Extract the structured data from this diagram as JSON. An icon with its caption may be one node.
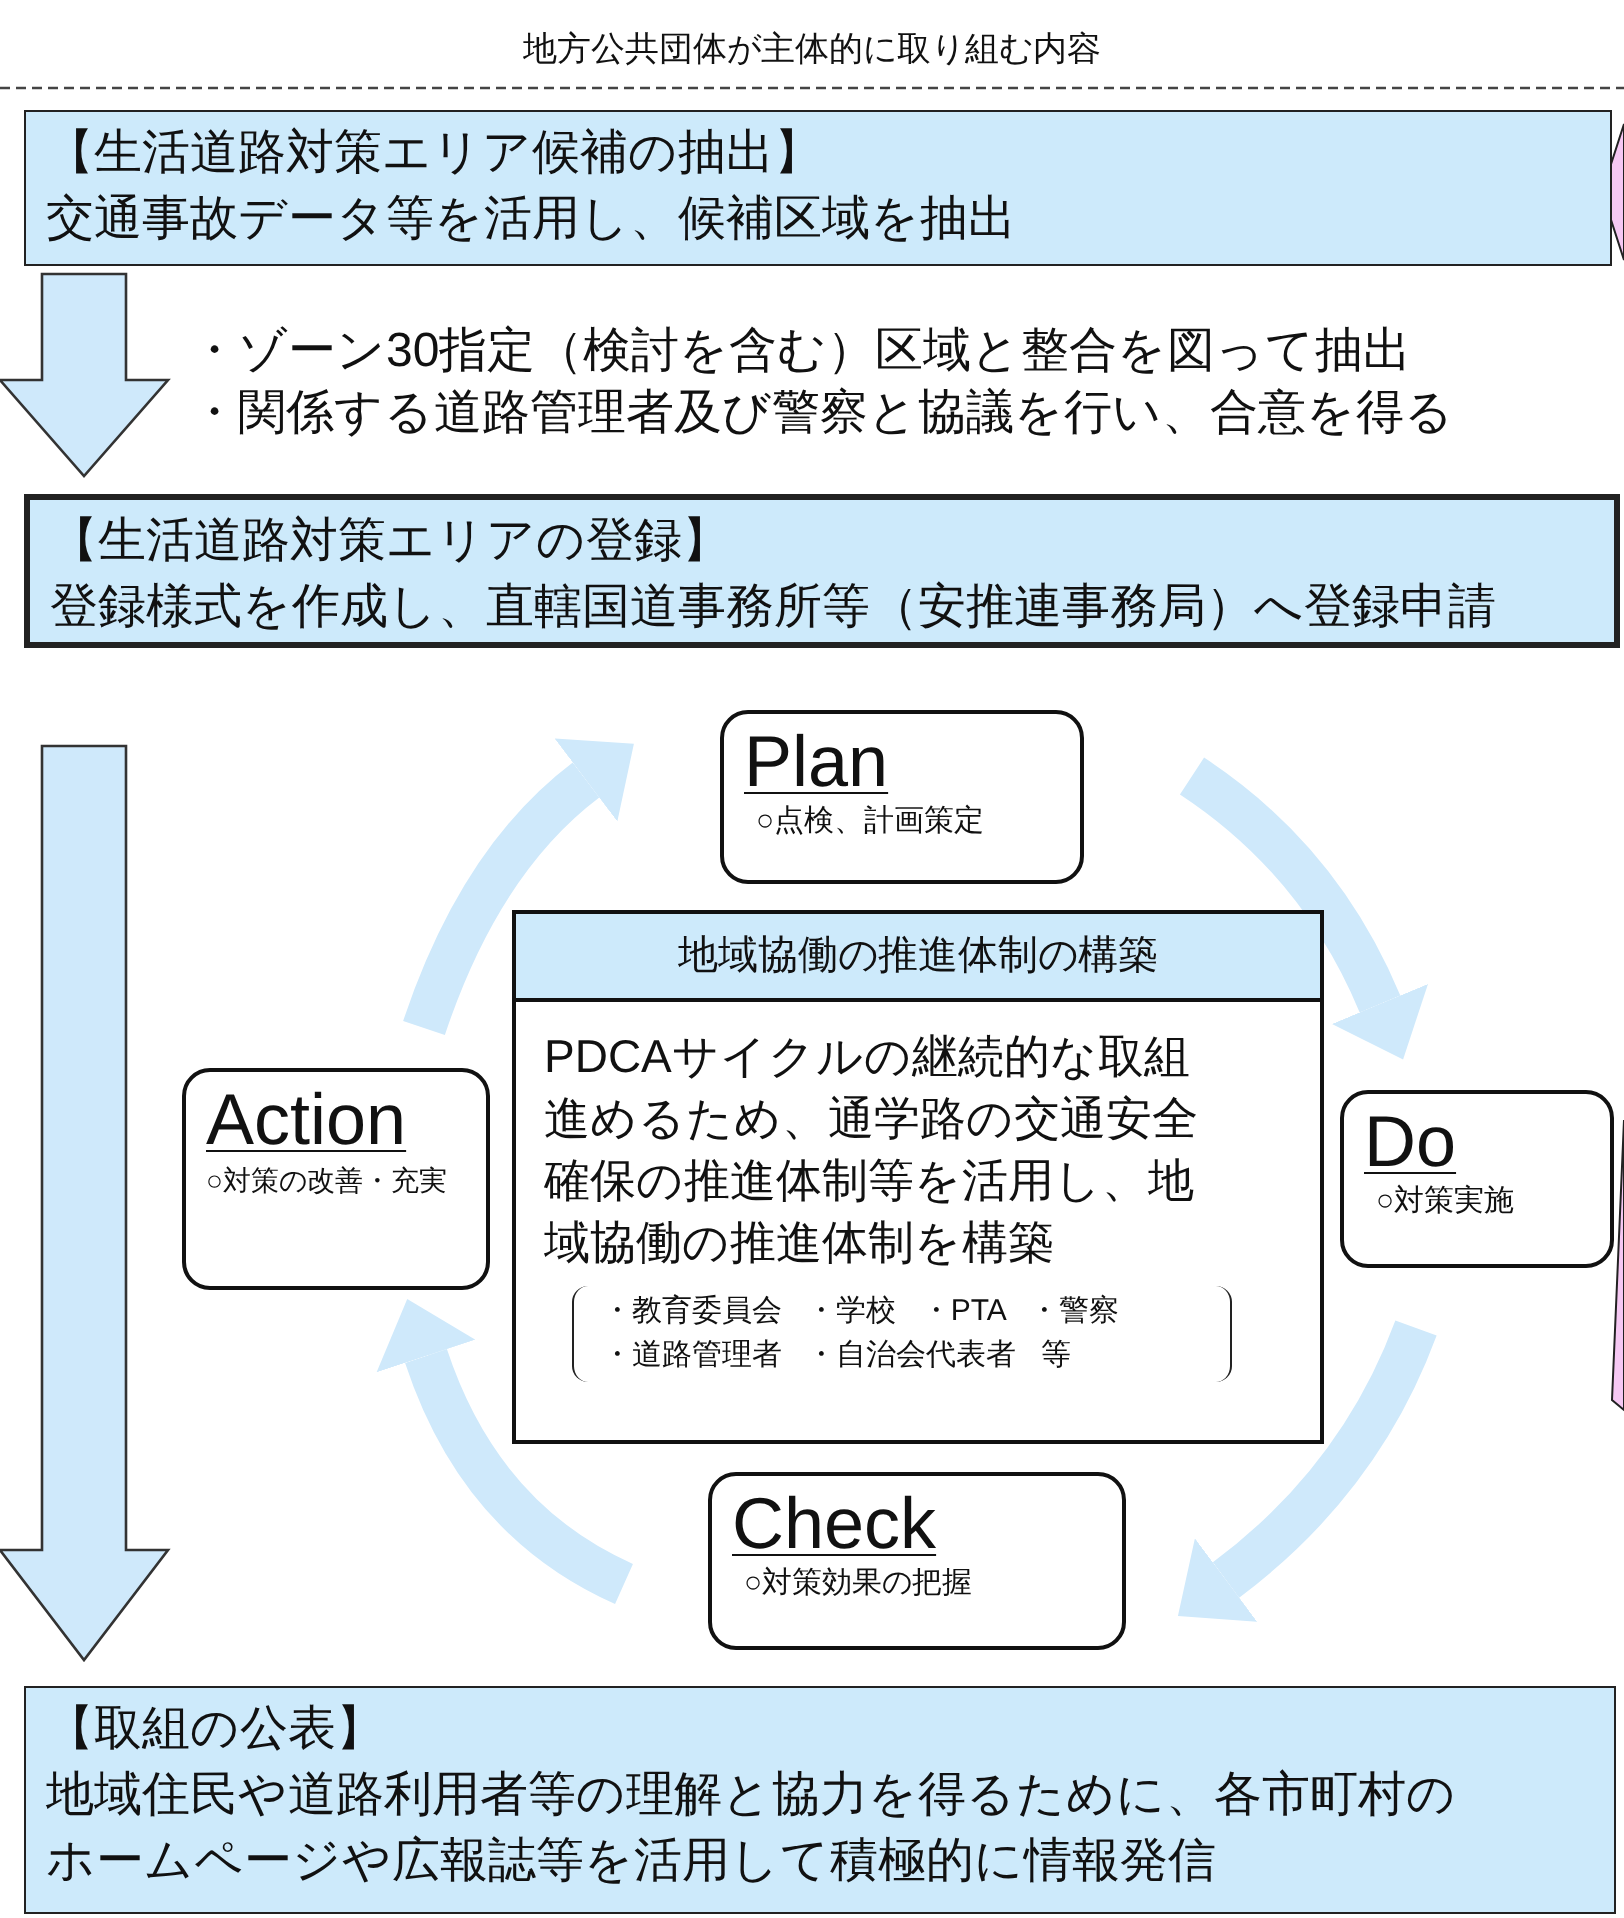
{
  "diagram": {
    "title": "地方公共団体が主体的に取り組む内容",
    "nodes": [
      {
        "text": [
          "【生活道路対策エリア候補の抽出】",
          "交通事故データ等を活用し、候補区域を抽出"
        ]
      },
      {
        "text": [
          "【生活道路対策エリアの登録】",
          "登録様式を作成し、直轄国道事務所等（安推連事務局）へ登録申請"
        ]
      },
      {
        "text": [
          "Plan",
          "○点検、計画策定"
        ]
      },
      {
        "text": [
          "地域協働の推進体制の構築",
          "PDCAサイクルの継続的な取組進めるため、通学路の交通安全確保の推進体制等を活用し、地域協働の推進体制を構築",
          "・教育委員会 ・学校 ・PTA ・警察",
          "・道路管理者 ・自治会代表者 等"
        ]
      },
      {
        "text": [
          "Action",
          "○対策の改善・充実"
        ]
      },
      {
        "text": [
          "Do",
          "○対策実施"
        ]
      },
      {
        "text": [
          "Check",
          "○対策効果の把握"
        ]
      },
      {
        "text": [
          "【取組の公表】",
          "地域住民や道路利用者等の理解と協力を得るために、各市町村のホームページや広報誌等を活用して積極的に情報発信"
        ]
      }
    ],
    "edges": [
      {
        "from": 0,
        "to": 1,
        "arrow": "to"
      },
      {
        "from": 1,
        "to": 7,
        "arrow": "to"
      },
      {
        "from": 2,
        "to": 5,
        "arrow": "to"
      },
      {
        "from": 5,
        "to": 6,
        "arrow": "to"
      },
      {
        "from": 6,
        "to": 4,
        "arrow": "to"
      },
      {
        "from": 4,
        "to": 2,
        "arrow": "to"
      }
    ],
    "labels": [
      "・ゾーン30指定（検討を含む）区域と整合を図って抽出",
      "・関係する道路管理者及び警察と協議を行い、合意を得る"
    ]
  }
}
